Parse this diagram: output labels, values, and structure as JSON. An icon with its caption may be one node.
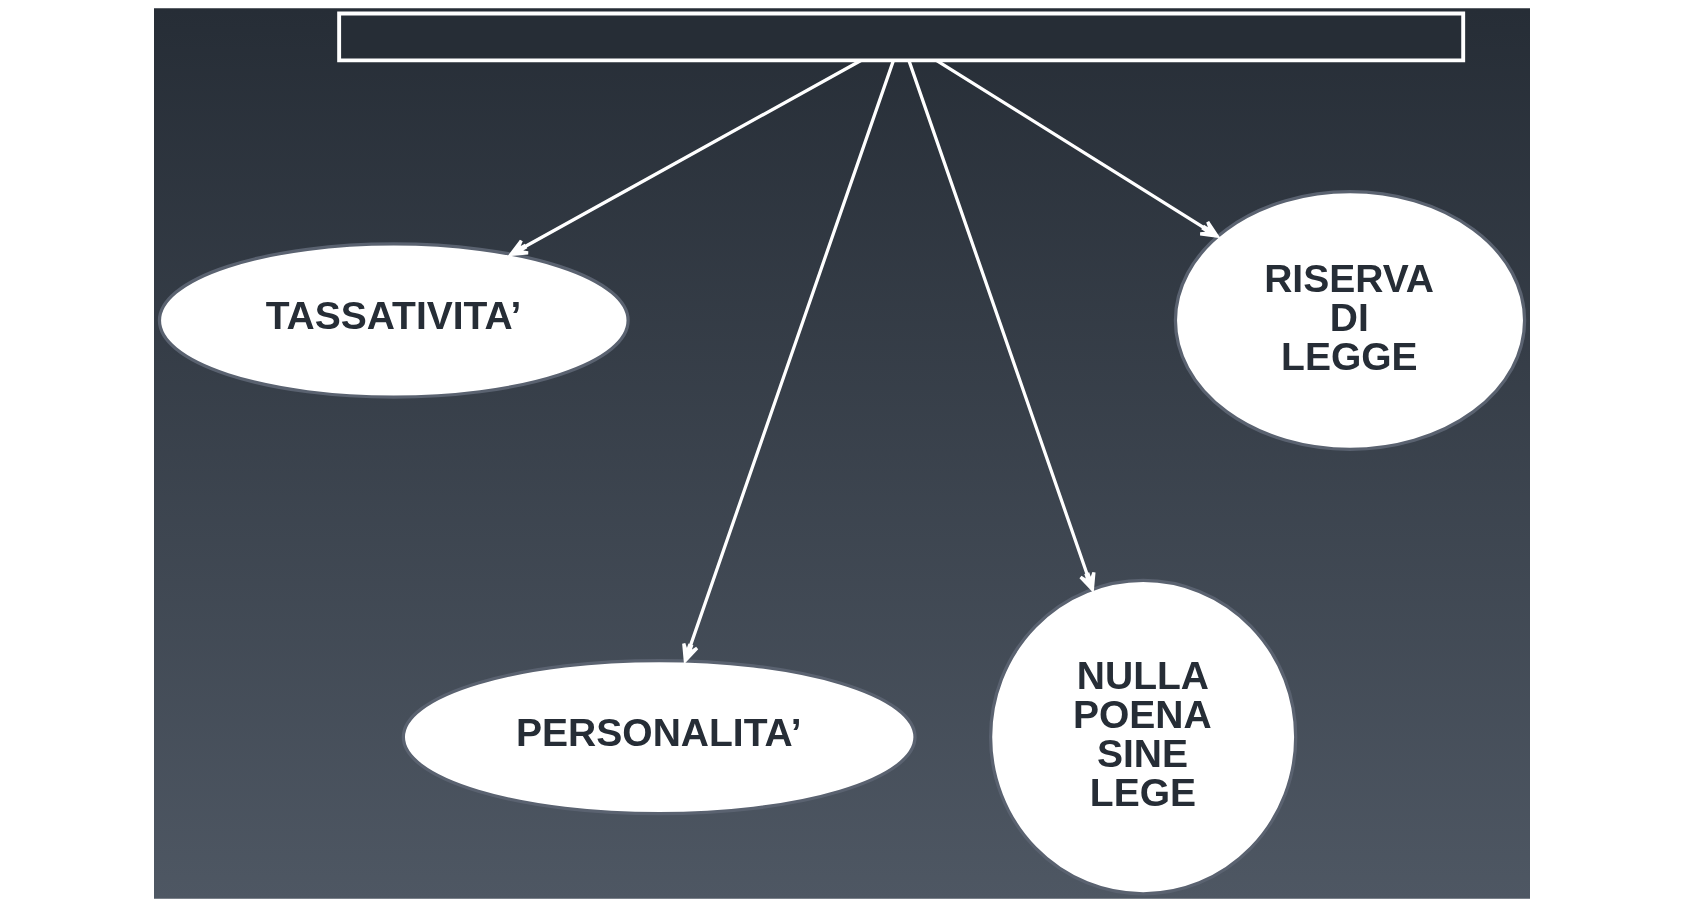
{
  "diagram": {
    "nodes": [
      {
        "text": [],
        "shape": "box"
      },
      {
        "text": [
          "TASSATIVITA’"
        ]
      },
      {
        "text": [
          "RISERVA DI LEGGE"
        ]
      },
      {
        "text": [
          "PERSONALITA’"
        ]
      },
      {
        "text": [
          "NULLA POENA SINE LEGE"
        ]
      }
    ],
    "edges": [
      {
        "from": 0,
        "to": 1,
        "arrow": "to"
      },
      {
        "from": 0,
        "to": 3,
        "arrow": "to"
      },
      {
        "from": 0,
        "to": 4,
        "arrow": "to"
      },
      {
        "from": 0,
        "to": 2,
        "arrow": "to"
      }
    ]
  }
}
